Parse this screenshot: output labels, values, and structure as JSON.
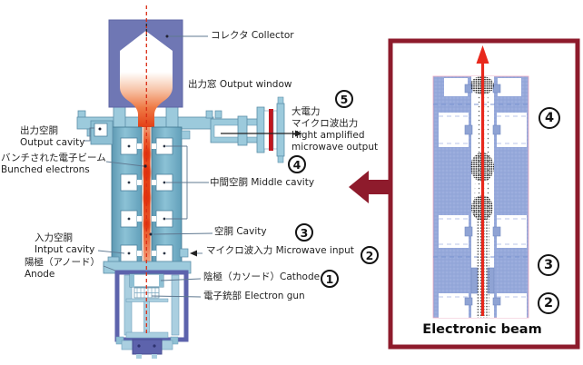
{
  "figure": {
    "main": {
      "labels": {
        "collector": "コレクタ Collector",
        "output_window": "出力窓 Output window",
        "output_cavity": [
          "出力空胴",
          "Output cavity"
        ],
        "bunched_electrons": [
          "バンチされた電子ビーム",
          "Bunched electrons"
        ],
        "middle_cavity": "中間空胴 Middle cavity",
        "cavity": "空胴 Cavity",
        "microwave_input": "マイクロ波入力 Microwave input",
        "input_cavity": [
          "入力空胴",
          "Intput cavity"
        ],
        "anode": [
          "陽極（アノード）",
          "Anode"
        ],
        "cathode": "陰極（カソード）Cathode",
        "electron_gun": "電子銃部 Electron gun",
        "high_power_output": [
          "大電力",
          "マイクロ波出力",
          "Hight amplified",
          "microwave output"
        ]
      },
      "markers": {
        "m1": "1",
        "m2": "2",
        "m3": "3",
        "m4": "4",
        "m5": "5"
      }
    },
    "inset": {
      "caption": "Electronic beam",
      "markers": {
        "top": "4",
        "middle": "3",
        "bottom": "2"
      }
    },
    "colors": {
      "frame_maroon": "#8e1b2c",
      "beam_red": "#e8281c",
      "tube_teal": "#7fb0c8",
      "collector_blue": "#6f77b4",
      "inset_blue": "#9caede",
      "window_red": "#c0161e"
    }
  }
}
